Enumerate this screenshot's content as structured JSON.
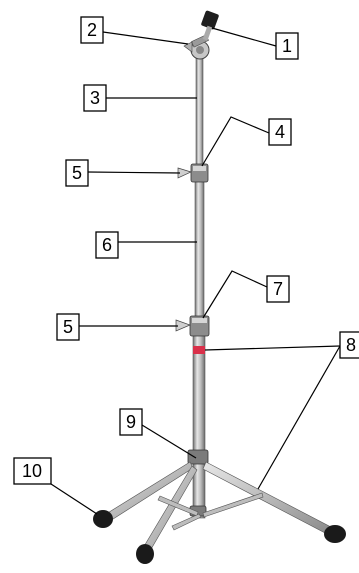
{
  "diagram": {
    "title": "",
    "callouts": [
      {
        "id": "1",
        "label": "1"
      },
      {
        "id": "2",
        "label": "2"
      },
      {
        "id": "3",
        "label": "3"
      },
      {
        "id": "4",
        "label": "4"
      },
      {
        "id": "5a",
        "label": "5"
      },
      {
        "id": "6",
        "label": "6"
      },
      {
        "id": "7",
        "label": "7"
      },
      {
        "id": "5b",
        "label": "5"
      },
      {
        "id": "8",
        "label": "8"
      },
      {
        "id": "9",
        "label": "9"
      },
      {
        "id": "10",
        "label": "10"
      }
    ]
  },
  "colors": {
    "tube": "#b8b8b8",
    "tube_dark": "#7a7a7a",
    "rubber": "#1a1a1a",
    "accent_red": "#d9304a",
    "line": "#000000"
  }
}
